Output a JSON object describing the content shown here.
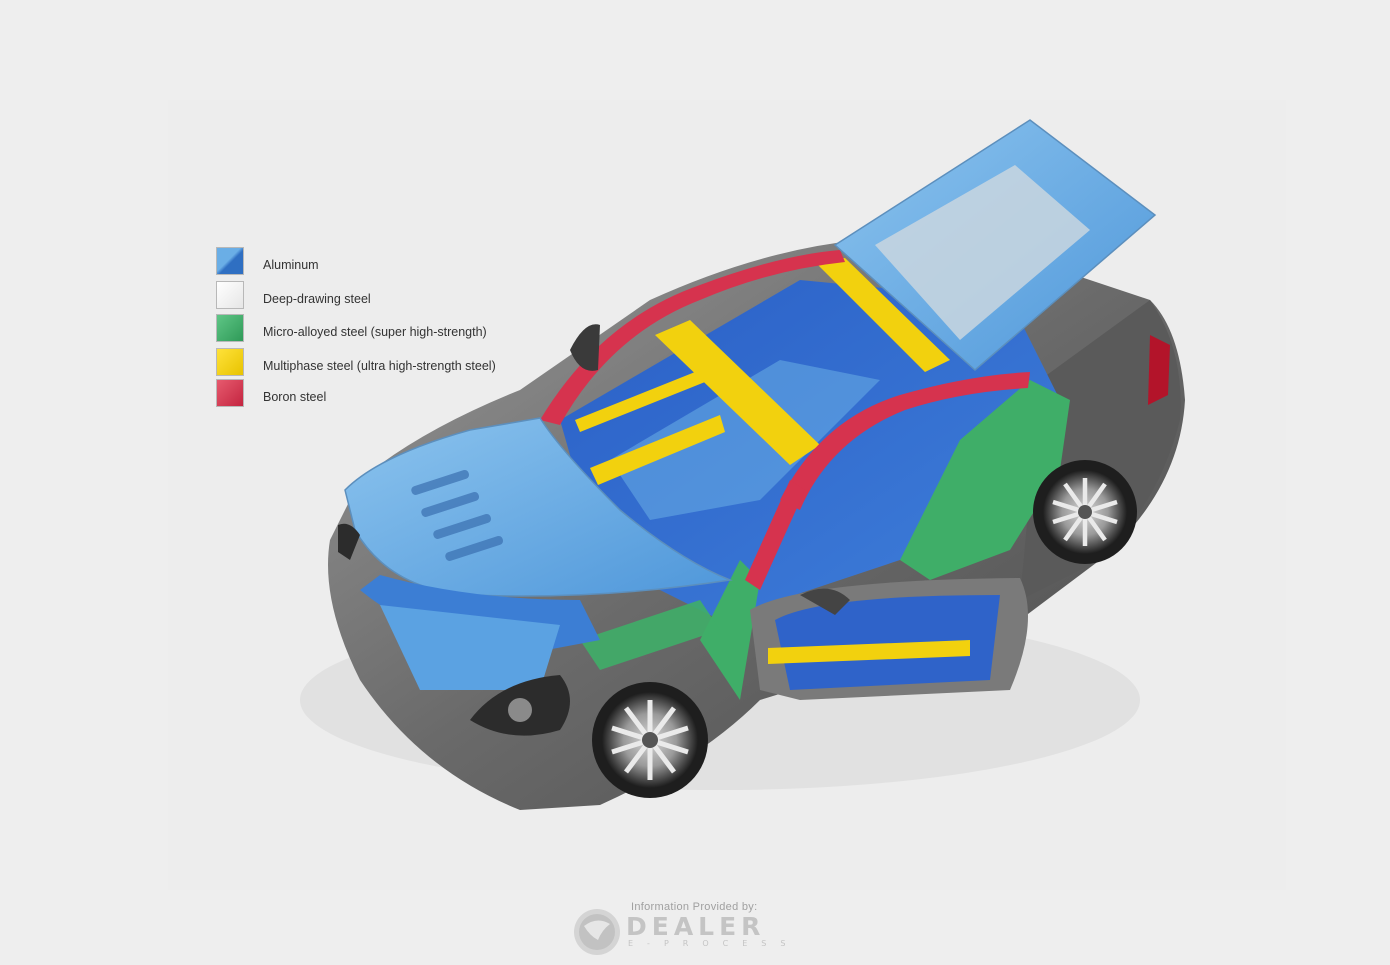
{
  "legend": {
    "items": [
      {
        "label": "Aluminum",
        "color": "#3f84d6"
      },
      {
        "label": "Deep-drawing steel",
        "color": "#f4f4f4"
      },
      {
        "label": "Micro-alloyed steel (super high-strength)",
        "color": "#3fae68"
      },
      {
        "label": "Multiphase steel (ultra high-strength steel)",
        "color": "#f2d10e"
      },
      {
        "label": "Boron steel",
        "color": "#d6334e"
      }
    ]
  },
  "footer": {
    "caption": "Information Provided by:",
    "brand": "DEALER",
    "sub": "E-PROCESS"
  },
  "colors": {
    "aluminum": "#3f84d6",
    "aluminum_light": "#6aaee6",
    "micro_alloyed": "#3fae68",
    "multiphase": "#f2d10e",
    "boron": "#d6334e",
    "body_gray": "#6e6e6e"
  },
  "icons": {
    "footer_logo": "globe-logo-icon"
  }
}
